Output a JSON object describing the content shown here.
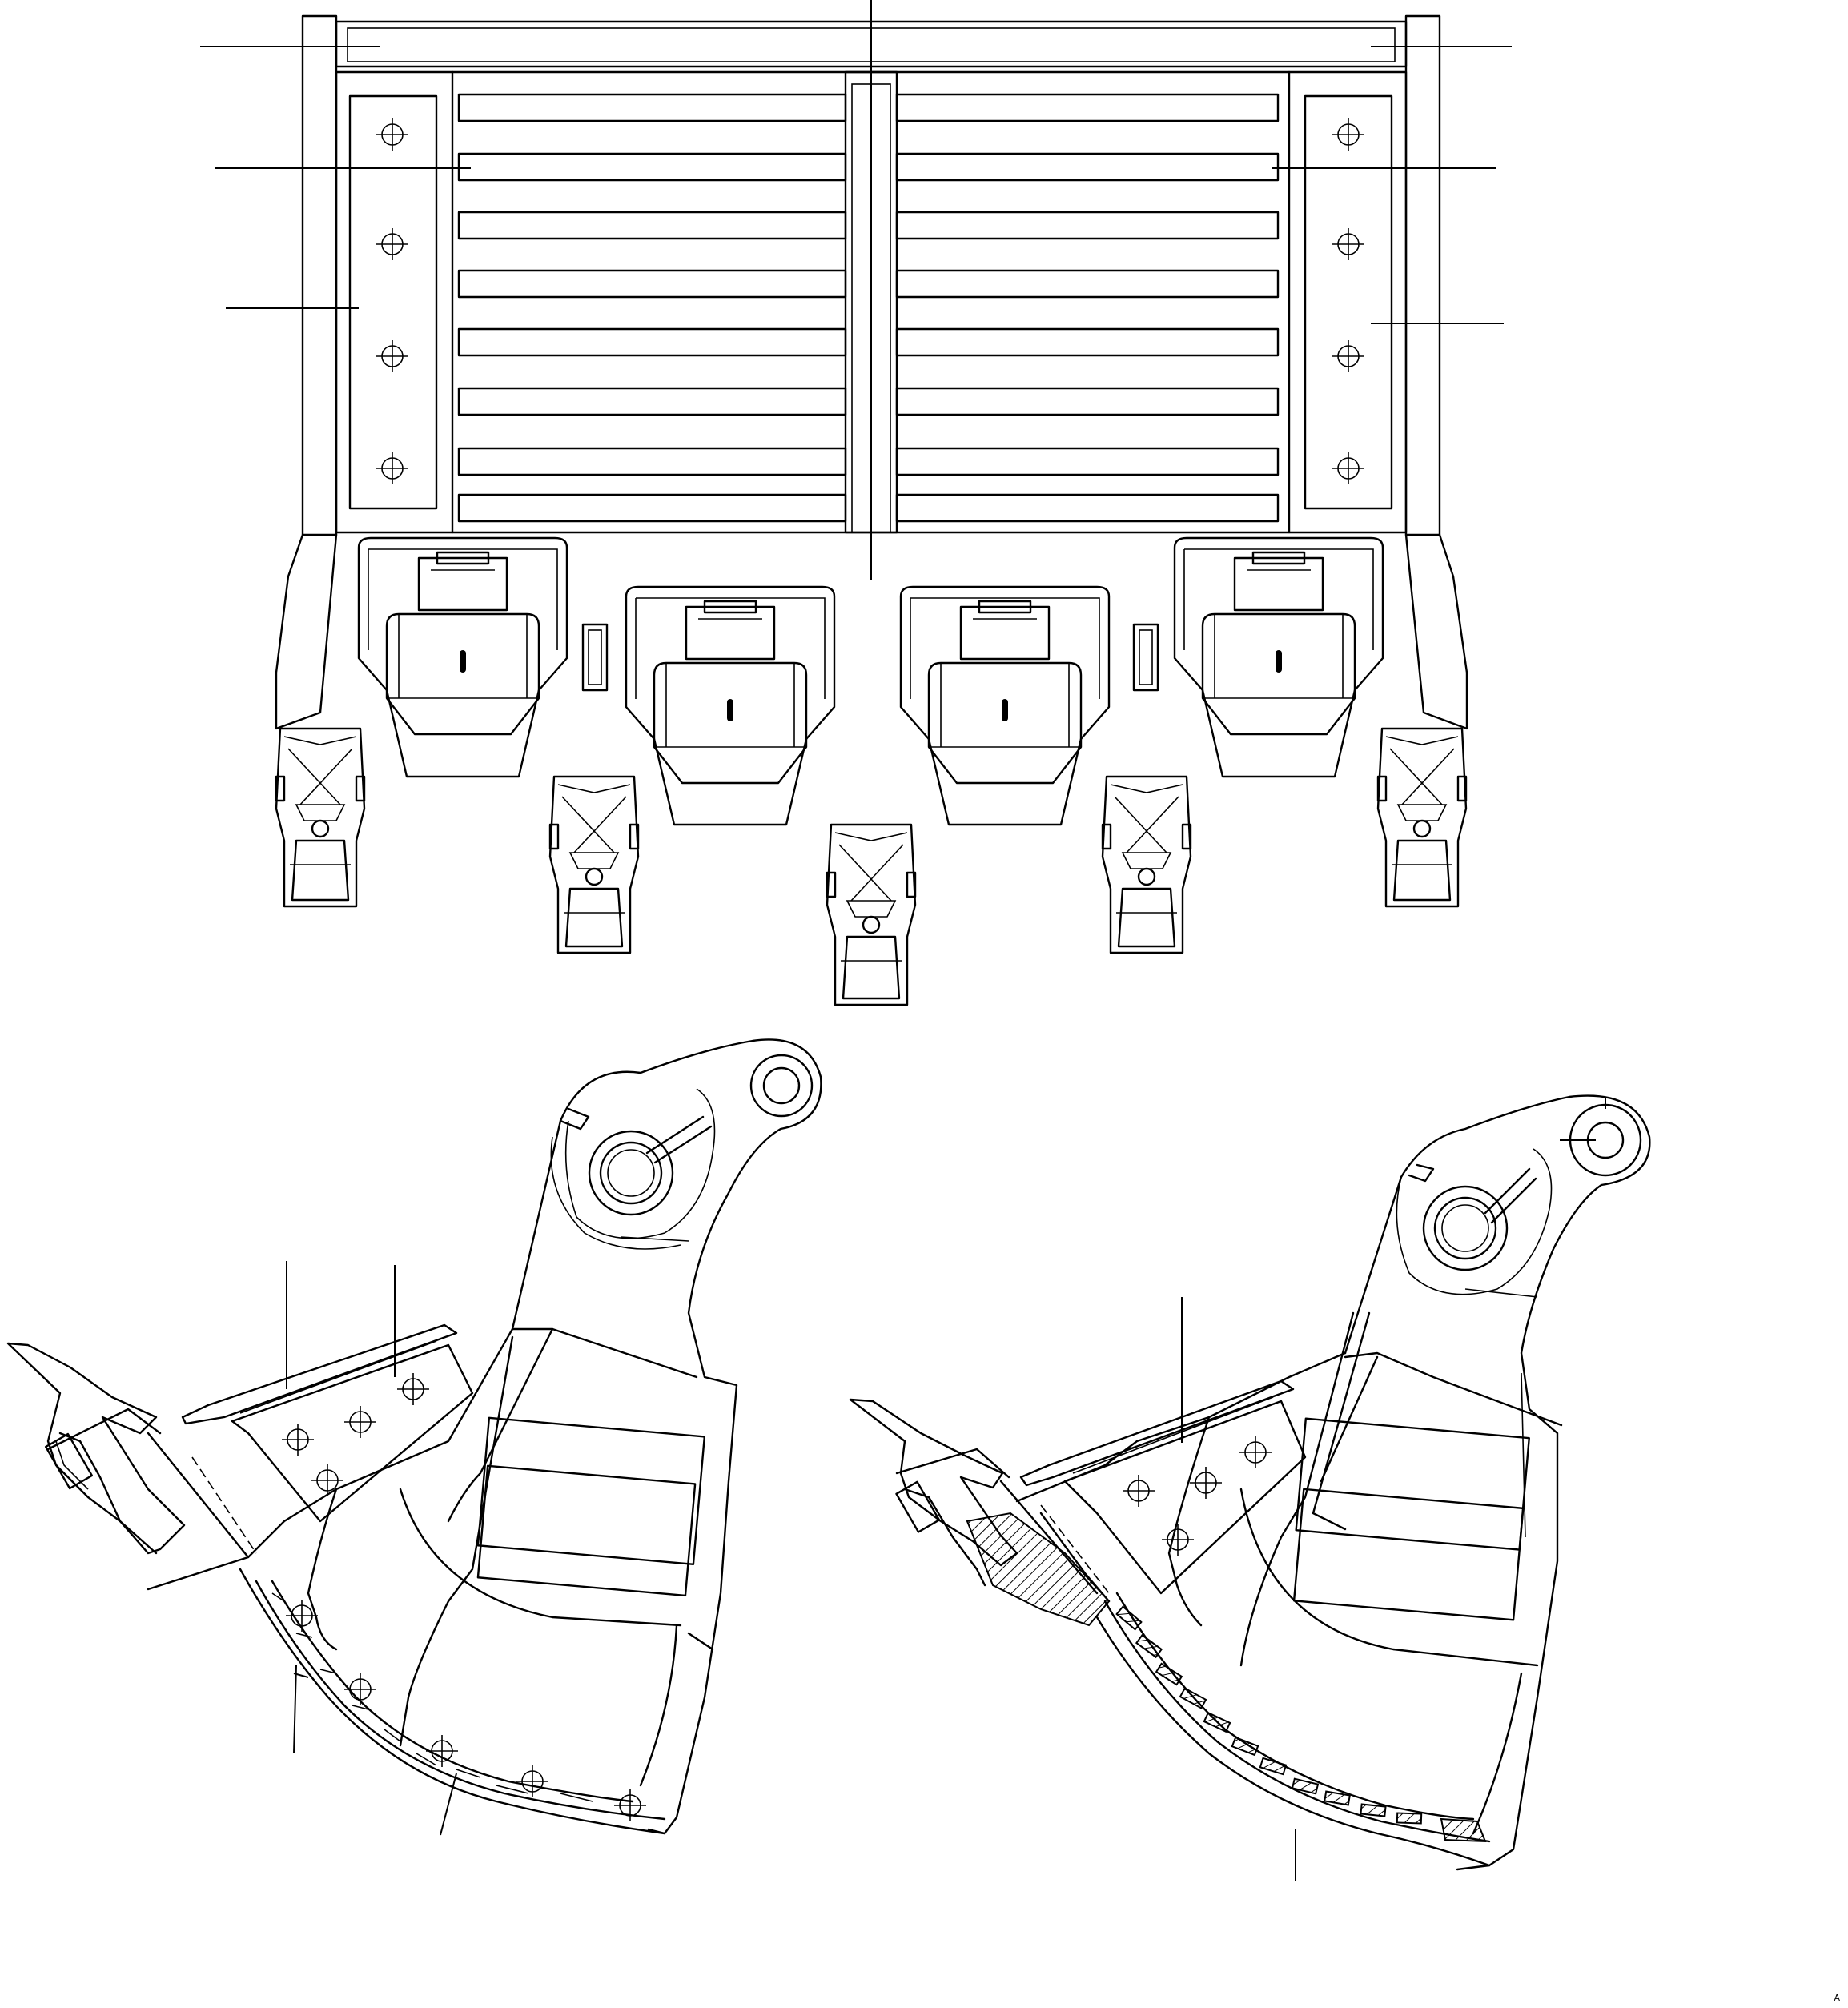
{
  "corner_mark": "A",
  "views": [
    {
      "id": "top-view",
      "name": "ripper-beam-plan-view"
    },
    {
      "id": "side-view-left",
      "name": "ripper-shank-side-view"
    },
    {
      "id": "side-view-right",
      "name": "ripper-shank-section-view"
    }
  ],
  "colors": {
    "line": "#000000",
    "background": "#ffffff"
  }
}
